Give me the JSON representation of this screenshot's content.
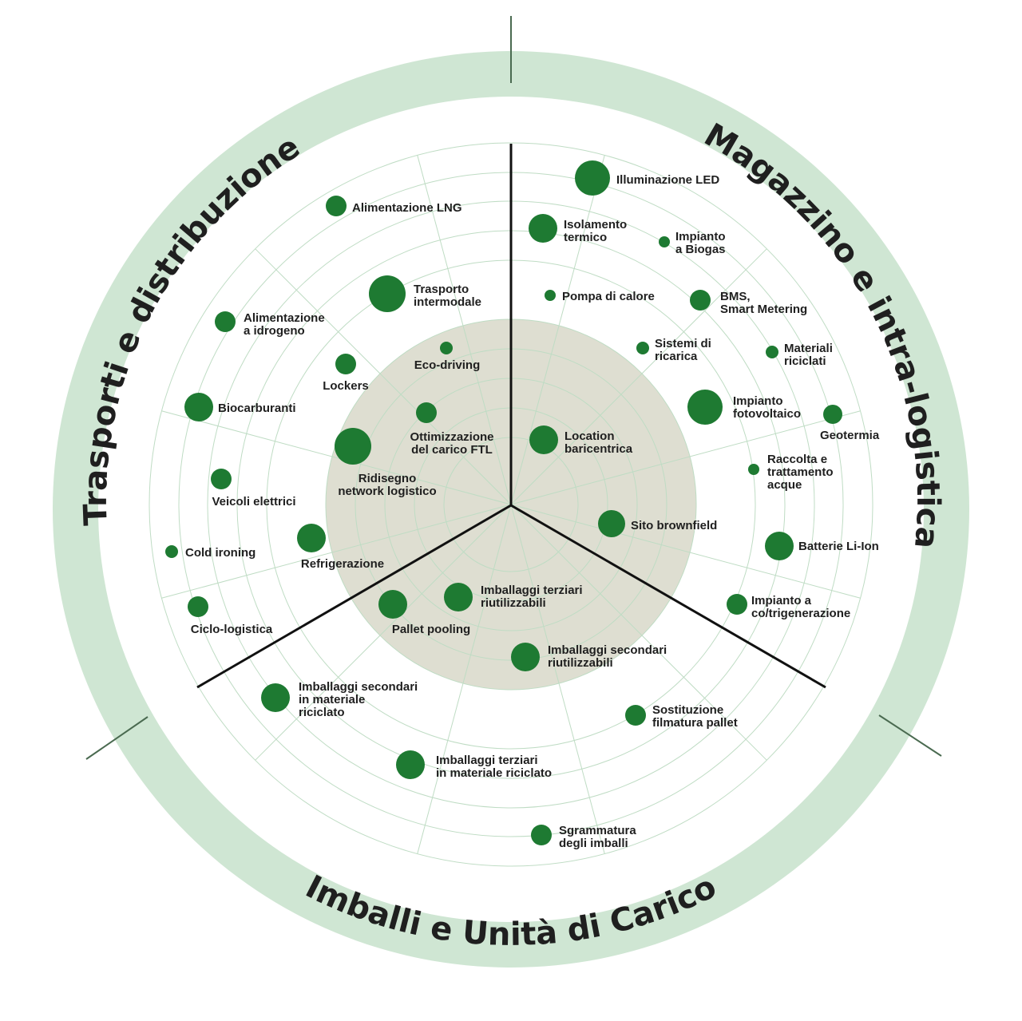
{
  "sectors": [
    {
      "title": "Trasporti e distribuzione"
    },
    {
      "title": "Magazzino e intra-logistica"
    },
    {
      "title": "Imballi e Unità di Carico"
    }
  ],
  "items": [
    {
      "label": [
        "Illuminazione LED"
      ]
    },
    {
      "label": [
        "Isolamento",
        "termico"
      ]
    },
    {
      "label": [
        "Impianto",
        "a Biogas"
      ]
    },
    {
      "label": [
        "Pompa di calore"
      ]
    },
    {
      "label": [
        "BMS,",
        "Smart Metering"
      ]
    },
    {
      "label": [
        "Sistemi di",
        "ricarica"
      ]
    },
    {
      "label": [
        "Materiali",
        "riciclati"
      ]
    },
    {
      "label": [
        "Impianto",
        "fotovoltaico"
      ]
    },
    {
      "label": [
        "Geotermia"
      ]
    },
    {
      "label": [
        "Location",
        "baricentrica"
      ]
    },
    {
      "label": [
        "Raccolta e",
        "trattamento",
        "acque"
      ]
    },
    {
      "label": [
        "Sito brownfield"
      ]
    },
    {
      "label": [
        "Batterie Li-Ion"
      ]
    },
    {
      "label": [
        "Impianto a",
        "co/trigenerazione"
      ]
    },
    {
      "label": [
        "Alimentazione LNG"
      ]
    },
    {
      "label": [
        "Trasporto",
        "intermodale"
      ]
    },
    {
      "label": [
        "Alimentazione",
        "a idrogeno"
      ]
    },
    {
      "label": [
        "Eco-driving"
      ]
    },
    {
      "label": [
        "Lockers"
      ]
    },
    {
      "label": [
        "Biocarburanti"
      ]
    },
    {
      "label": [
        "Ottimizzazione",
        "del carico FTL"
      ]
    },
    {
      "label": [
        "Ridisegno",
        "network logistico"
      ]
    },
    {
      "label": [
        "Veicoli elettrici"
      ]
    },
    {
      "label": [
        "Cold ironing"
      ]
    },
    {
      "label": [
        "Refrigerazione"
      ]
    },
    {
      "label": [
        "Ciclo-logistica"
      ]
    },
    {
      "label": [
        "Pallet pooling"
      ]
    },
    {
      "label": [
        "Imballaggi terziari",
        "riutilizzabili"
      ]
    },
    {
      "label": [
        "Imballaggi secondari",
        "riutilizzabili"
      ]
    },
    {
      "label": [
        "Imballaggi secondari",
        "in materiale",
        "riciclato"
      ]
    },
    {
      "label": [
        "Sostituzione",
        "filmatura pallet"
      ]
    },
    {
      "label": [
        "Imballaggi terziari",
        "in materiale riciclato"
      ]
    },
    {
      "label": [
        "Sgrammatura",
        "degli imballi"
      ]
    }
  ],
  "colors": {
    "outer_ring": "#cfe6d3",
    "inner_zone": "#dcdccf",
    "grid": "#bfdcc4",
    "bubble": "#1e7a32",
    "divider": "#111111",
    "tick": "#4a6a50"
  }
}
